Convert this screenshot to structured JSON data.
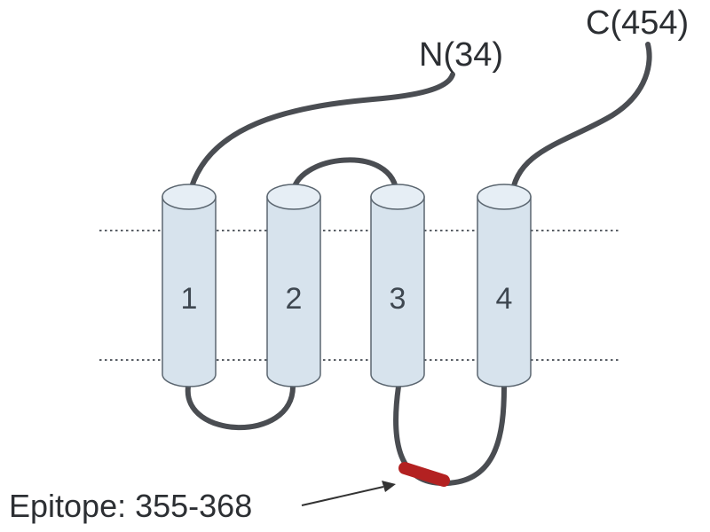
{
  "diagram": {
    "n_terminus_label": "N(34)",
    "c_terminus_label": "C(454)",
    "helices": [
      {
        "number": "1"
      },
      {
        "number": "2"
      },
      {
        "number": "3"
      },
      {
        "number": "4"
      }
    ],
    "epitope_label": "Epitope: 355-368",
    "colors": {
      "helix_fill": "#d7e3ed",
      "loop": "#4a4d52",
      "epitope": "#b32121",
      "membrane": "#5a5f66"
    }
  }
}
